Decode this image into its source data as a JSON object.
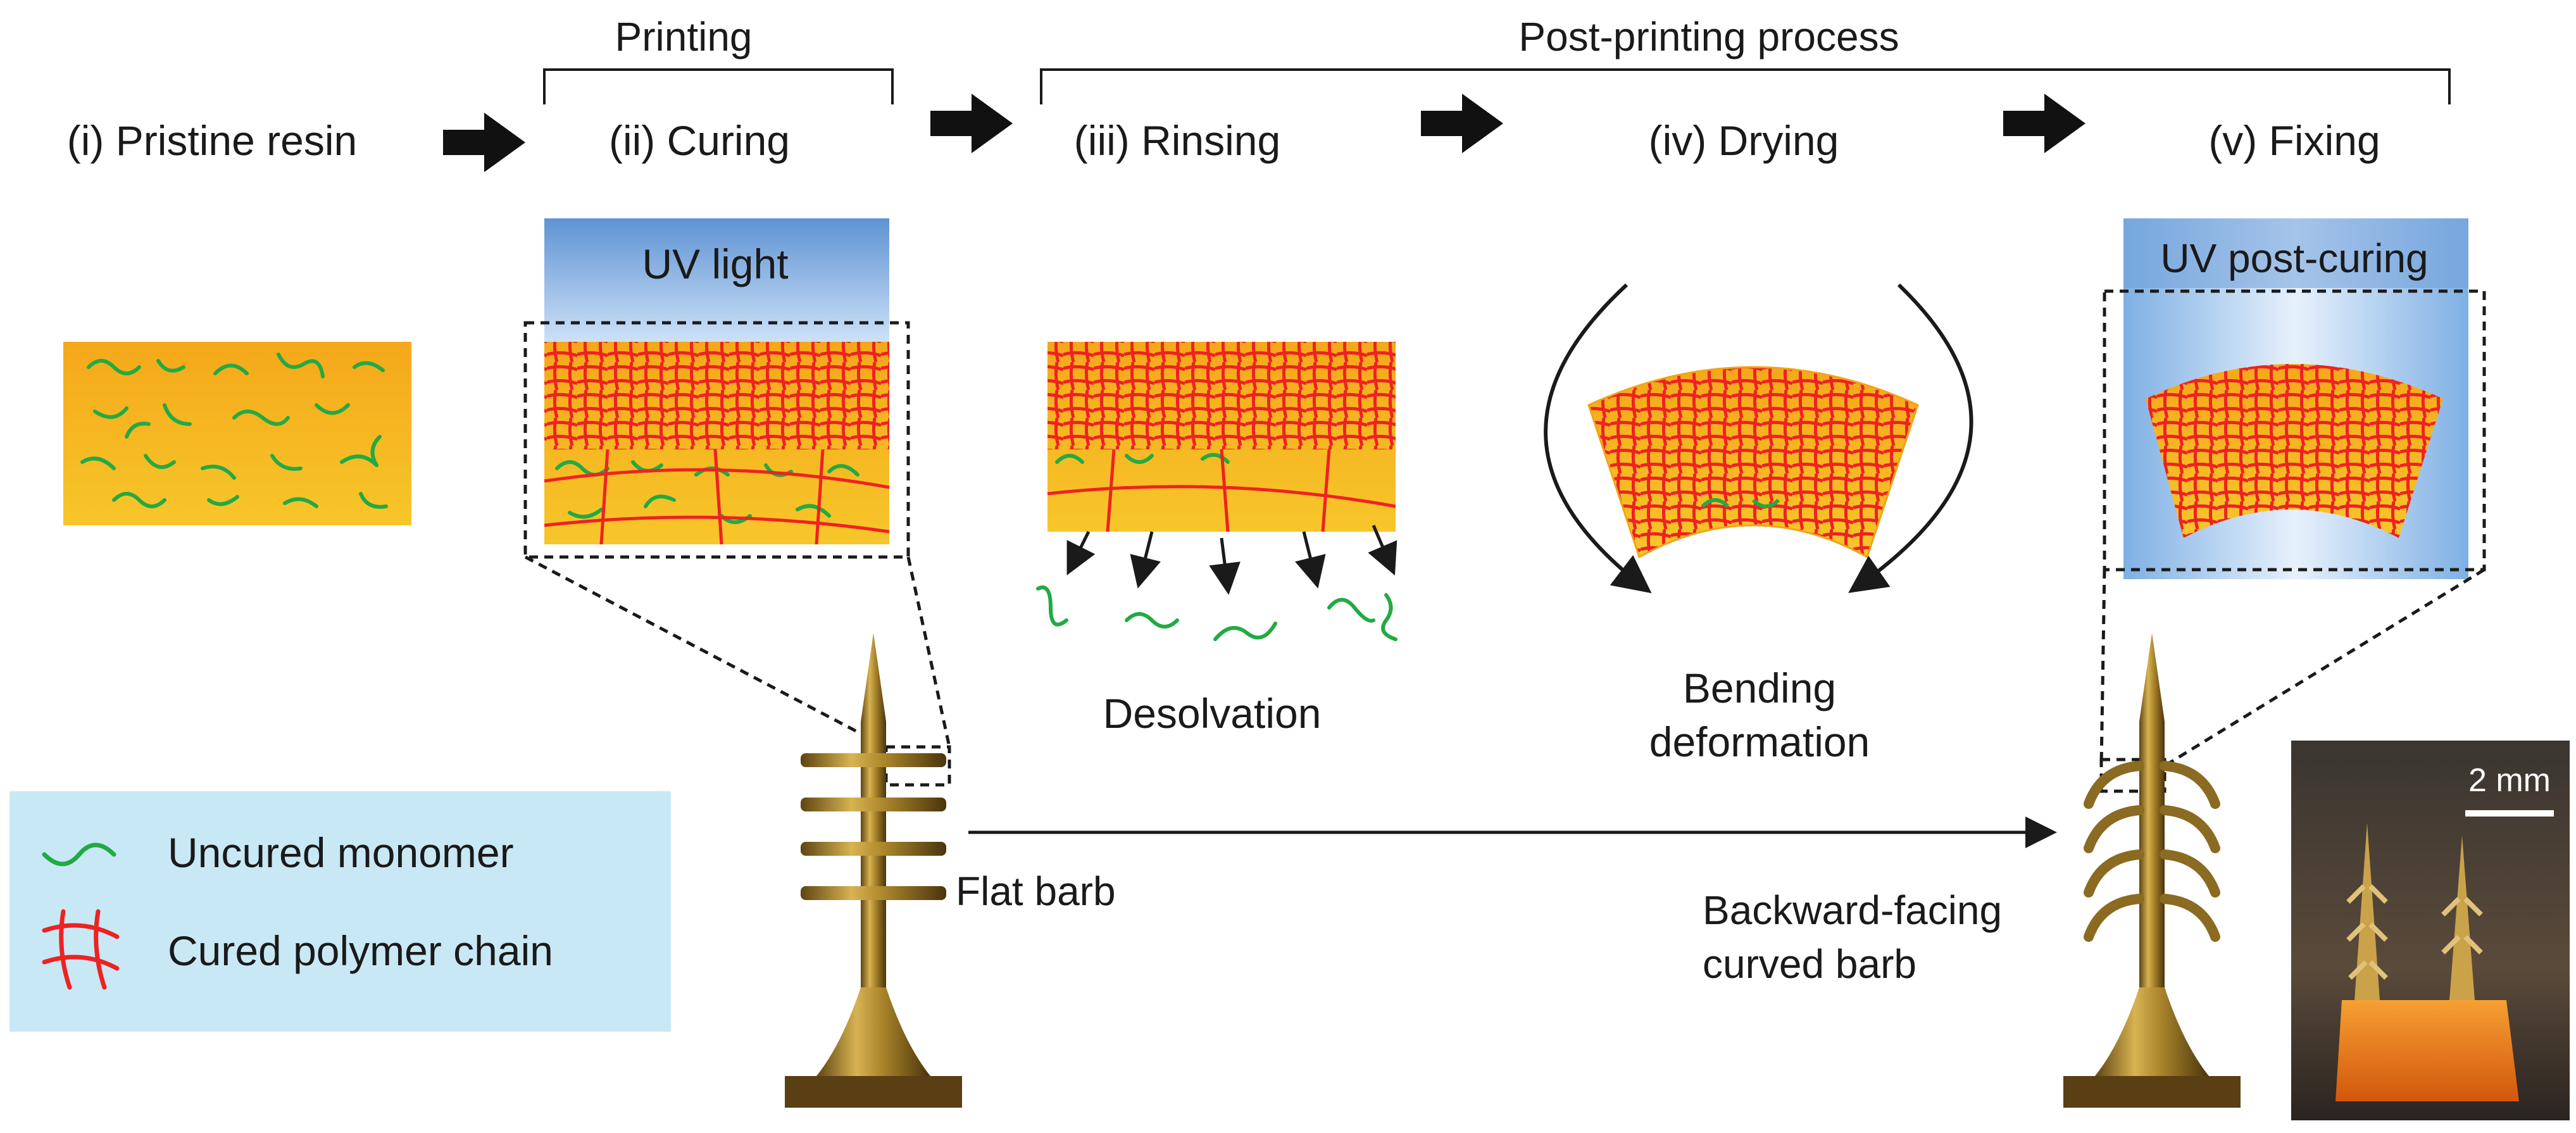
{
  "groups": {
    "printing": "Printing",
    "post_printing": "Post-printing process"
  },
  "steps": [
    "(i) Pristine resin",
    "(ii) Curing",
    "(iii) Rinsing",
    "(iv) Drying",
    "(v) Fixing"
  ],
  "labels": {
    "uv_light": "UV light",
    "uv_post_curing": "UV post-curing",
    "desolvation": "Desolvation",
    "bending_line1": "Bending",
    "bending_line2": "deformation",
    "flat_barb": "Flat barb",
    "backward_line1": "Backward-facing",
    "backward_line2": "curved barb",
    "scale_bar": "2 mm"
  },
  "legend": {
    "uncured": "Uncured monomer",
    "cured": "Cured polymer chain"
  },
  "colors": {
    "resin": "#f2b21b",
    "cured_chain": "#ee2222",
    "uncured_monomer": "#22aa44",
    "uv_blue": "#6f9fd8",
    "legend_bg": "#c9e8f6",
    "needle": "#a07b2a"
  }
}
